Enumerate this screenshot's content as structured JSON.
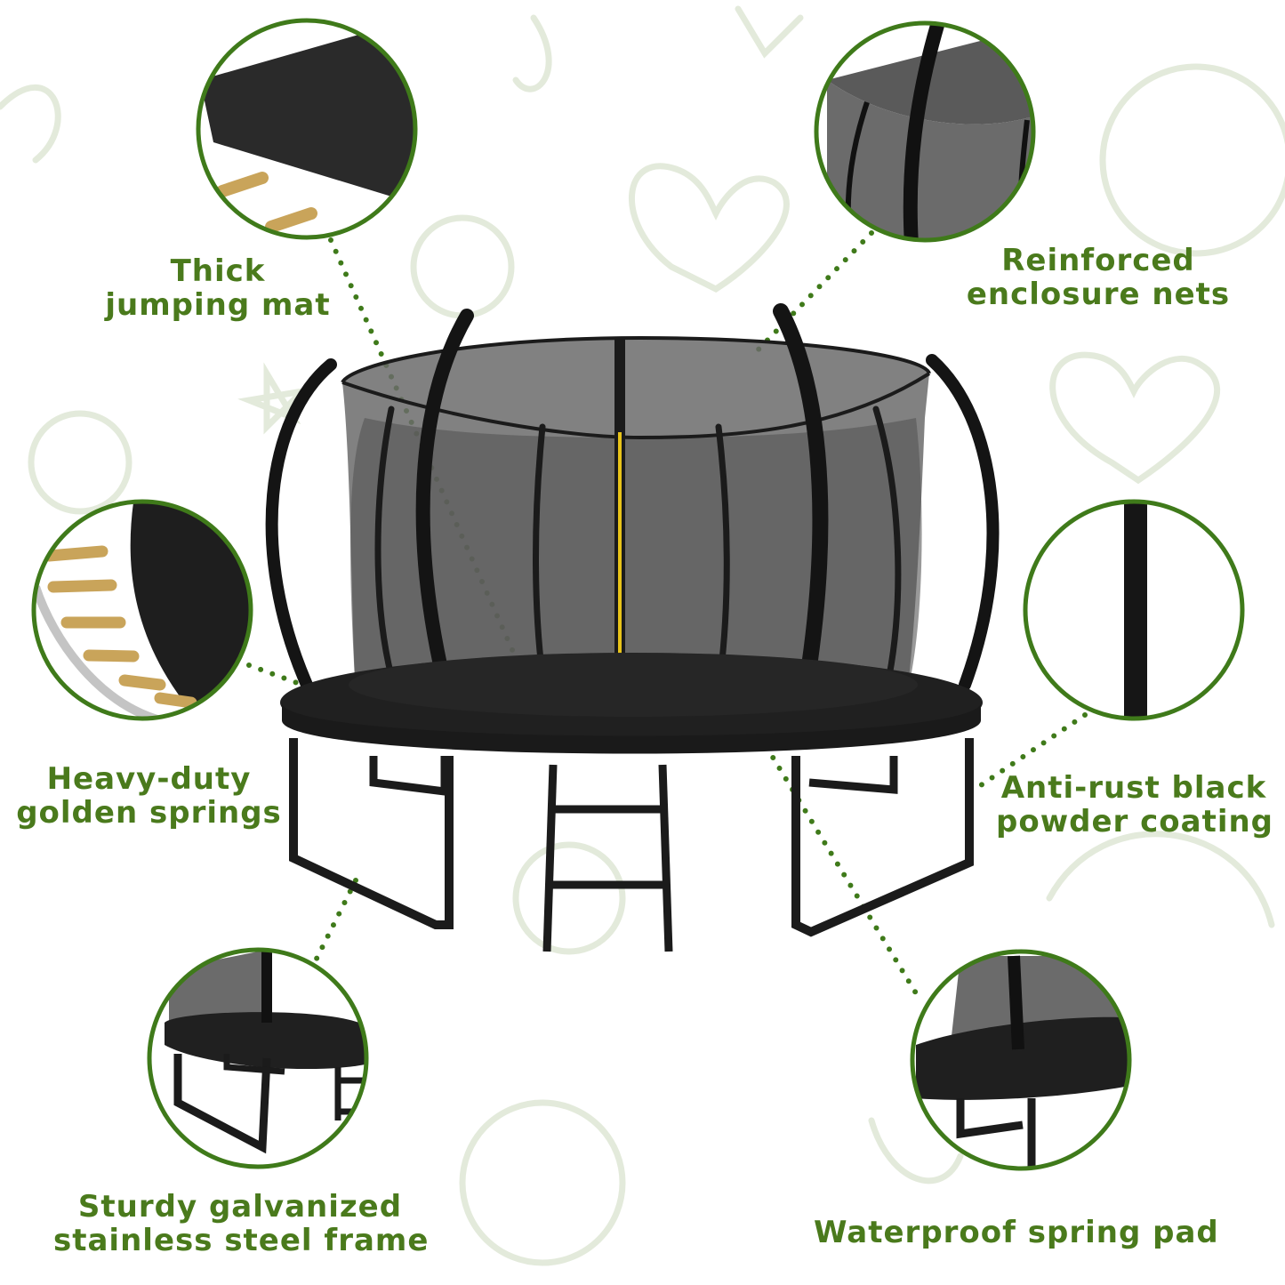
{
  "colors": {
    "accent_green": "#4a7a1c",
    "ring_green": "#3f7a1a",
    "frame_black": "#1b1b1b",
    "net_gray": "#6a6a6a",
    "spring_gold": "#c9a45a",
    "doodle": "#e6ece0",
    "ladder_tag_yellow": "#e8c319"
  },
  "features": [
    {
      "id": "mat",
      "line1": "Thick",
      "line2": "jumping mat",
      "icon": "jumping-mat-closeup"
    },
    {
      "id": "nets",
      "line1": "Reinforced",
      "line2": "enclosure nets",
      "icon": "enclosure-net-closeup"
    },
    {
      "id": "springs",
      "line1": "Heavy-duty",
      "line2": "golden springs",
      "icon": "spring-closeup"
    },
    {
      "id": "coating",
      "line1": "Anti-rust black",
      "line2": "powder coating",
      "icon": "pole-closeup"
    },
    {
      "id": "frame",
      "line1": "Sturdy galvanized",
      "line2": "stainless steel frame",
      "icon": "frame-closeup"
    },
    {
      "id": "pad",
      "line1": "Waterproof spring pad",
      "line2": "",
      "icon": "spring-pad-closeup"
    }
  ],
  "product": {
    "name": "trampoline-with-enclosure",
    "icon": "trampoline-illustration"
  }
}
